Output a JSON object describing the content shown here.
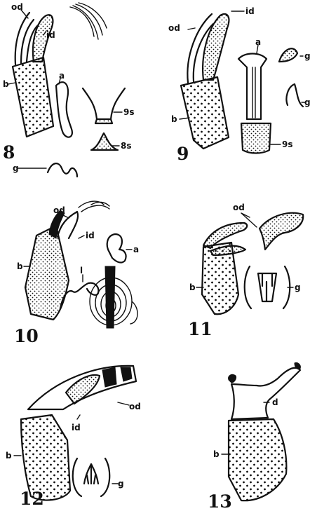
{
  "figures": [
    {
      "number": "8",
      "labels": {
        "od": "od",
        "id": "id",
        "a": "a",
        "b": "b",
        "g": "g",
        "s9": "9s",
        "s8": "8s"
      }
    },
    {
      "number": "9",
      "labels": {
        "od": "od",
        "id": "id",
        "a": "a",
        "b": "b",
        "g1": "g",
        "g2": "g",
        "s9": "9s"
      }
    },
    {
      "number": "10",
      "labels": {
        "od": "od",
        "id": "id",
        "b": "b",
        "l": "l",
        "a": "a"
      }
    },
    {
      "number": "11",
      "labels": {
        "od": "od",
        "b": "b",
        "g": "g"
      }
    },
    {
      "number": "12",
      "labels": {
        "od": "od",
        "id": "id",
        "b": "b",
        "g": "g"
      }
    },
    {
      "number": "13",
      "labels": {
        "d": "d",
        "b": "b"
      }
    }
  ]
}
